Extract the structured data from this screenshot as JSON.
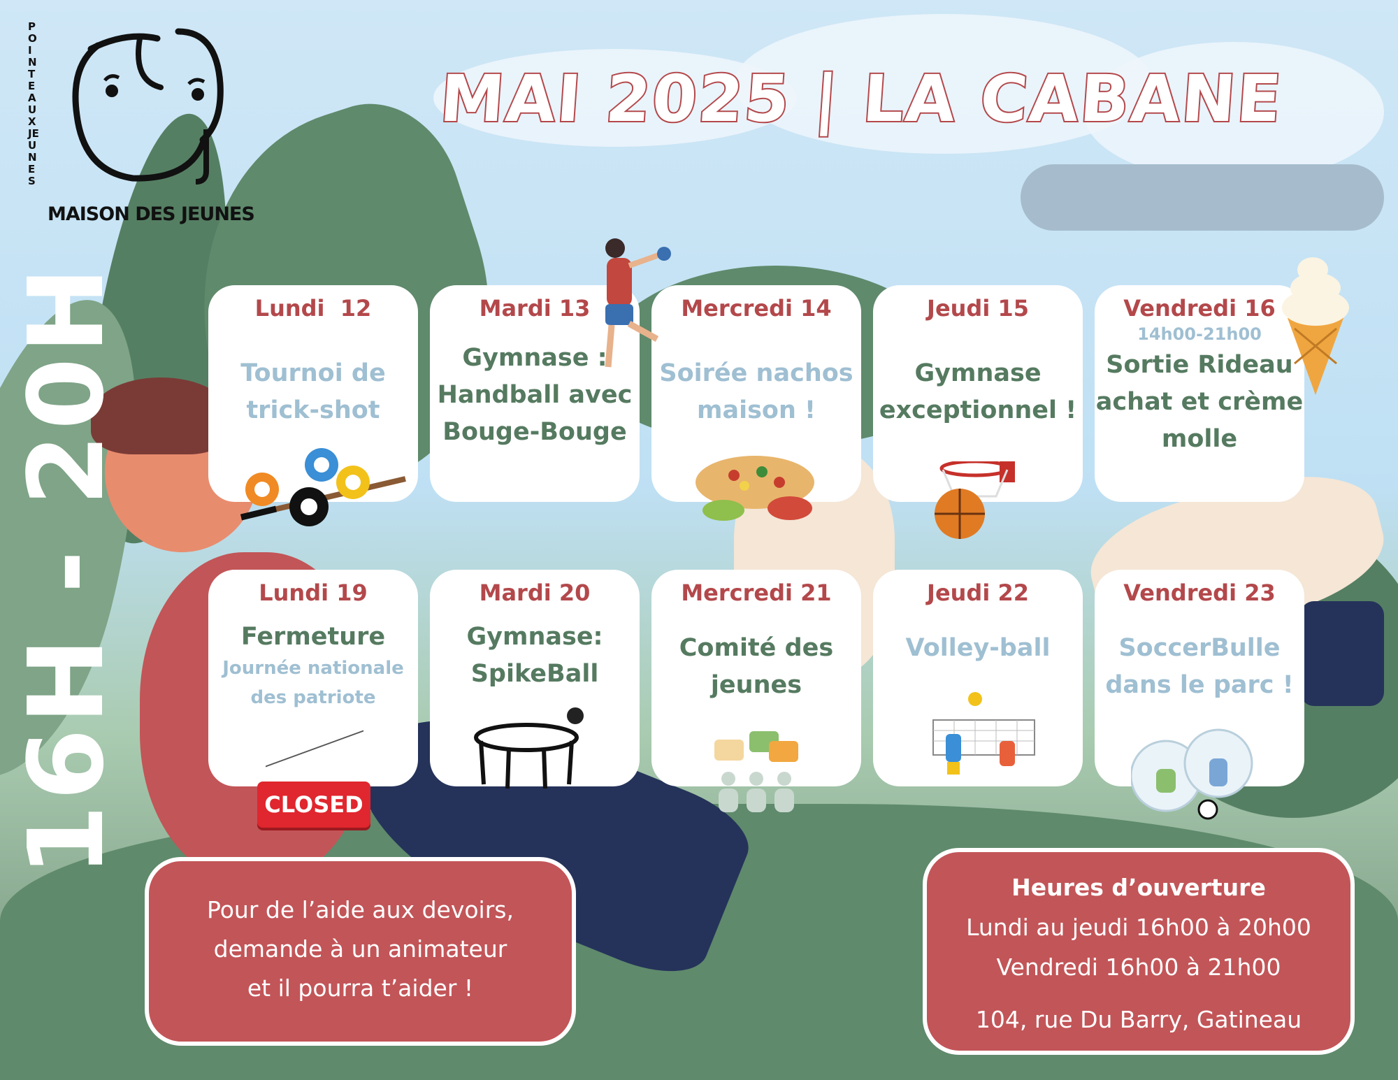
{
  "logo": {
    "side_text": "POINTE AUX JEUNES",
    "name": "MAISON DES JEUNES"
  },
  "header": {
    "title": "MAI 2025 | LA CABANE"
  },
  "hours_vertical": "16H - 20H",
  "week1": [
    {
      "day": "Lundi  12",
      "lines": [
        "Tournoi de",
        "trick-shot"
      ]
    },
    {
      "day": "Mardi 13",
      "lines": [
        "Gymnase :",
        "Handball avec",
        "Bouge-Bouge"
      ]
    },
    {
      "day": "Mercredi 14",
      "lines": [
        "Soirée nachos",
        "maison !"
      ]
    },
    {
      "day": "Jeudi 15",
      "lines": [
        "Gymnase",
        "exceptionnel !"
      ]
    },
    {
      "day": "Vendredi 16",
      "time": "14h00-21h00",
      "lines": [
        "Sortie Rideau",
        "achat et crème",
        "molle"
      ]
    }
  ],
  "week2": [
    {
      "day": "Lundi 19",
      "title": "Fermeture",
      "sub": [
        "Journée nationale",
        "des patriote"
      ]
    },
    {
      "day": "Mardi 20",
      "lines": [
        "Gymnase:",
        "SpikeBall"
      ]
    },
    {
      "day": "Mercredi 21",
      "lines": [
        "Comité des",
        "jeunes"
      ]
    },
    {
      "day": "Jeudi 22",
      "lines": [
        "Volley-ball"
      ]
    },
    {
      "day": "Vendredi 23",
      "lines": [
        "SoccerBulle",
        "dans le parc !"
      ]
    }
  ],
  "closed_sign": "CLOSED",
  "homework_box": {
    "lines": [
      "Pour de l’aide aux devoirs,",
      "demande à un animateur",
      "et il pourra t’aider !"
    ]
  },
  "hours_box": {
    "heading": "Heures d’ouverture",
    "line1": "Lundi au jeudi 16h00 à 20h00",
    "line2": "Vendredi 16h00 à 21h00",
    "address": "104, rue Du Barry, Gatineau"
  },
  "icons": [
    "billiard-icon",
    "handball-player-icon",
    "nachos-icon",
    "basketball-hoop-icon",
    "ice-cream-icon",
    "spikeball-icon",
    "chat-group-icon",
    "volleyball-icon",
    "soccer-bubble-icon"
  ],
  "colors": {
    "accent": "#b3484b",
    "box": "#c25558",
    "green_text": "#557a60",
    "blue_text": "#9fbfd2"
  }
}
